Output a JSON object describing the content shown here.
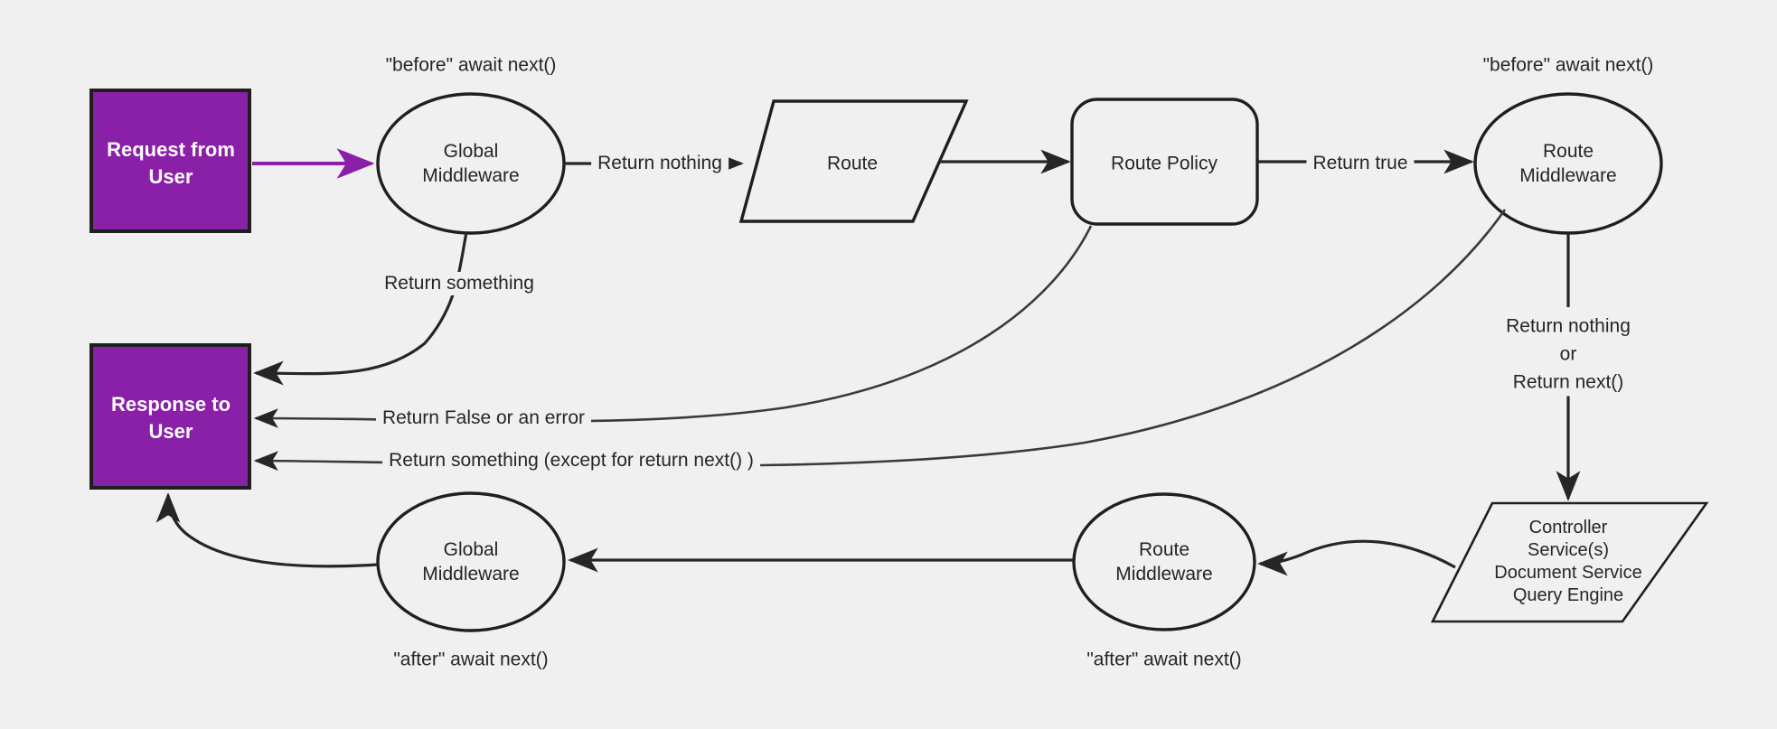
{
  "diagram": {
    "title": "Request lifecycle middleware flow",
    "background_color": "#f0f0f0",
    "accent_color": "#8A1FA8",
    "line_color": "#262626",
    "nodes": [
      {
        "id": "request",
        "label": "Request from\nUser",
        "line1": "Request from",
        "line2": "User",
        "shape": "rect-filled"
      },
      {
        "id": "global-mw-top",
        "label": "Global\nMiddleware",
        "line1": "Global",
        "line2": "Middleware",
        "shape": "ellipse"
      },
      {
        "id": "route",
        "label": "Route",
        "line1": "Route",
        "line2": "",
        "shape": "parallelogram"
      },
      {
        "id": "route-policy",
        "label": "Route Policy",
        "line1": "Route Policy",
        "line2": "",
        "shape": "rounded-rect"
      },
      {
        "id": "route-mw-top",
        "label": "Route\nMiddleware",
        "line1": "Route",
        "line2": "Middleware",
        "shape": "ellipse"
      },
      {
        "id": "response",
        "label": "Response to\nUser",
        "line1": "Response to",
        "line2": "User",
        "shape": "rect-filled"
      },
      {
        "id": "controller",
        "label": "Controller\nService(s)\nDocument Service\nQuery Engine",
        "line1": "Controller",
        "line2": "Service(s)",
        "line3": "Document Service",
        "line4": "Query Engine",
        "shape": "parallelogram"
      },
      {
        "id": "route-mw-bottom",
        "label": "Route\nMiddleware",
        "line1": "Route",
        "line2": "Middleware",
        "shape": "ellipse"
      },
      {
        "id": "global-mw-bottom",
        "label": "Global\nMiddleware",
        "line1": "Global",
        "line2": "Middleware",
        "shape": "ellipse"
      }
    ],
    "annotations": [
      {
        "id": "before-global",
        "text": "\"before\" await next()"
      },
      {
        "id": "before-route",
        "text": "\"before\" await next()"
      },
      {
        "id": "after-global",
        "text": "\"after\" await next()"
      },
      {
        "id": "after-route",
        "text": "\"after\" await next()"
      }
    ],
    "edges": [
      {
        "id": "request-to-global",
        "label": "",
        "from": "request",
        "to": "global-mw-top",
        "color": "#8A1FA8"
      },
      {
        "id": "global-to-route",
        "label": "Return nothing",
        "from": "global-mw-top",
        "to": "route"
      },
      {
        "id": "route-to-policy",
        "label": "",
        "from": "route",
        "to": "route-policy"
      },
      {
        "id": "policy-to-route-mw",
        "label": "Return true",
        "from": "route-policy",
        "to": "route-mw-top"
      },
      {
        "id": "global-to-response",
        "label": "Return something",
        "from": "global-mw-top",
        "to": "response"
      },
      {
        "id": "policy-to-response",
        "label": "Return False or an error",
        "from": "route-policy",
        "to": "response"
      },
      {
        "id": "route-mw-to-response",
        "label": "Return something (except for return next() )",
        "from": "route-mw-top",
        "to": "response"
      },
      {
        "id": "route-mw-to-controller",
        "label": "Return nothing\nor\nReturn next()",
        "line1": "Return nothing",
        "line2": "or",
        "line3": "Return next()",
        "from": "route-mw-top",
        "to": "controller"
      },
      {
        "id": "controller-to-route-mw-bot",
        "label": "",
        "from": "controller",
        "to": "route-mw-bottom"
      },
      {
        "id": "route-mw-bot-to-global-bot",
        "label": "",
        "from": "route-mw-bottom",
        "to": "global-mw-bottom"
      },
      {
        "id": "global-mw-bot-to-response",
        "label": "",
        "from": "global-mw-bottom",
        "to": "response"
      }
    ]
  }
}
